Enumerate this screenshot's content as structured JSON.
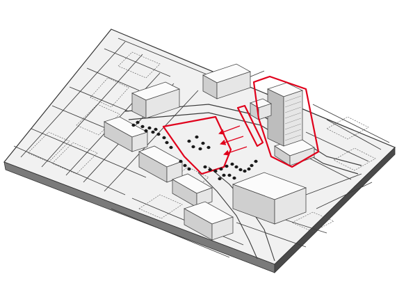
{
  "diagram": {
    "kind": "isometric-urban-site-model",
    "colors": {
      "background": "#ffffff",
      "ground": "#f1f1f1",
      "ground_side": "#6f6f6f",
      "street_lines": "#3a3a3a",
      "building_top": "#fbfbfb",
      "building_side_light": "#e6e6e6",
      "building_side_dark": "#bdbdbd",
      "highlight": "#e0001b",
      "trees": "#1a1a1a"
    },
    "highlighted_areas": [
      "site-plaza-outline",
      "tower-site-outline",
      "red-path-strip"
    ],
    "trees_count": 36,
    "arrows_count": 3
  }
}
